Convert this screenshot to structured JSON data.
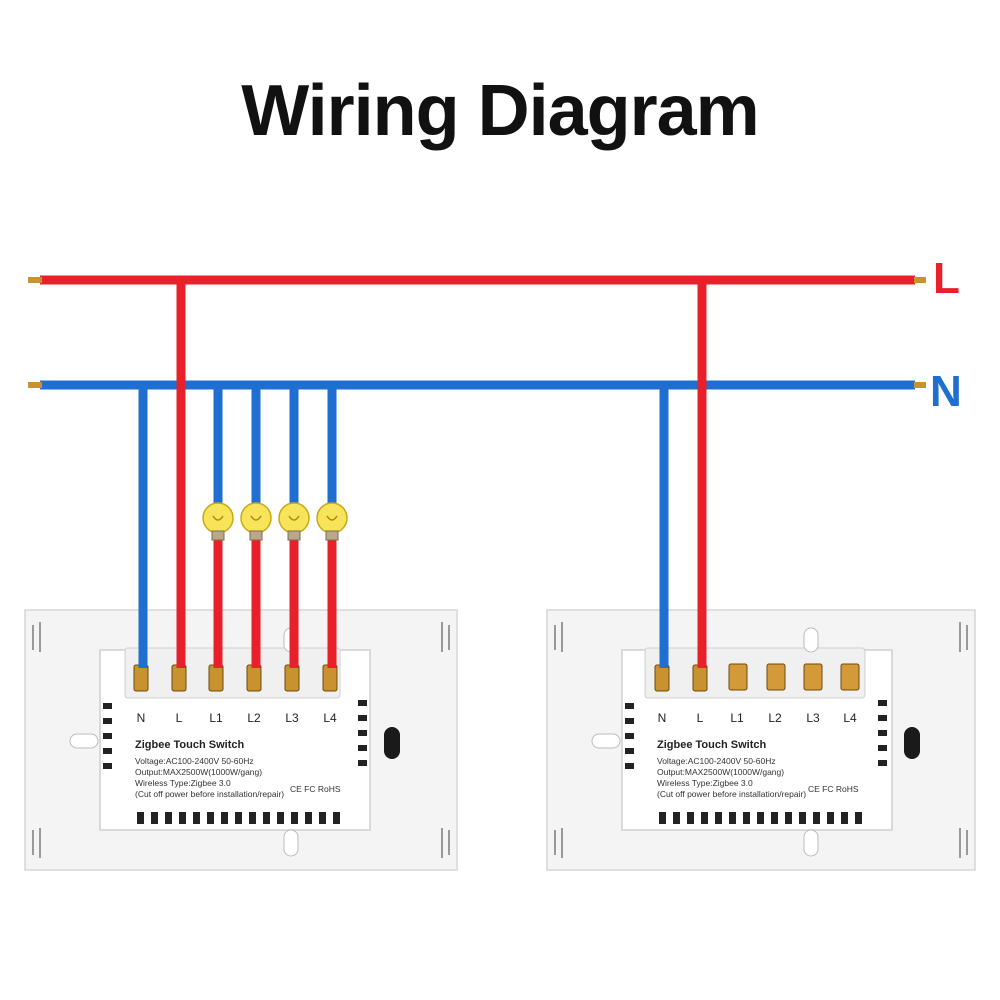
{
  "title": "Wiring Diagram",
  "buses": {
    "live": {
      "label": "L",
      "color": "#e8202a"
    },
    "neutral": {
      "label": "N",
      "color": "#1f6fd1"
    }
  },
  "terminal_labels": [
    "N",
    "L",
    "L1",
    "L2",
    "L3",
    "L4"
  ],
  "switch_label": {
    "title": "Zigbee Touch Switch",
    "voltage": "Voltage:AC100-2400V  50-60Hz",
    "output": "Output:MAX2500W(1000W/gang)",
    "wireless": "Wireless Type:Zigbee 3.0",
    "caution": "(Cut off power before installation/repair)",
    "certs": "CE FC RoHS"
  },
  "colors": {
    "live_wire": "#e8202a",
    "neutral_wire": "#1f6fd1",
    "brass": "#c8922e",
    "bulb": "#f7e45a",
    "panel": "#f4f4f4"
  },
  "switches": [
    {
      "id": "left",
      "wired_terminals": [
        "N",
        "L",
        "L1",
        "L2",
        "L3",
        "L4"
      ],
      "bulbs": 4
    },
    {
      "id": "right",
      "wired_terminals": [
        "N",
        "L"
      ],
      "bulbs": 0
    }
  ]
}
